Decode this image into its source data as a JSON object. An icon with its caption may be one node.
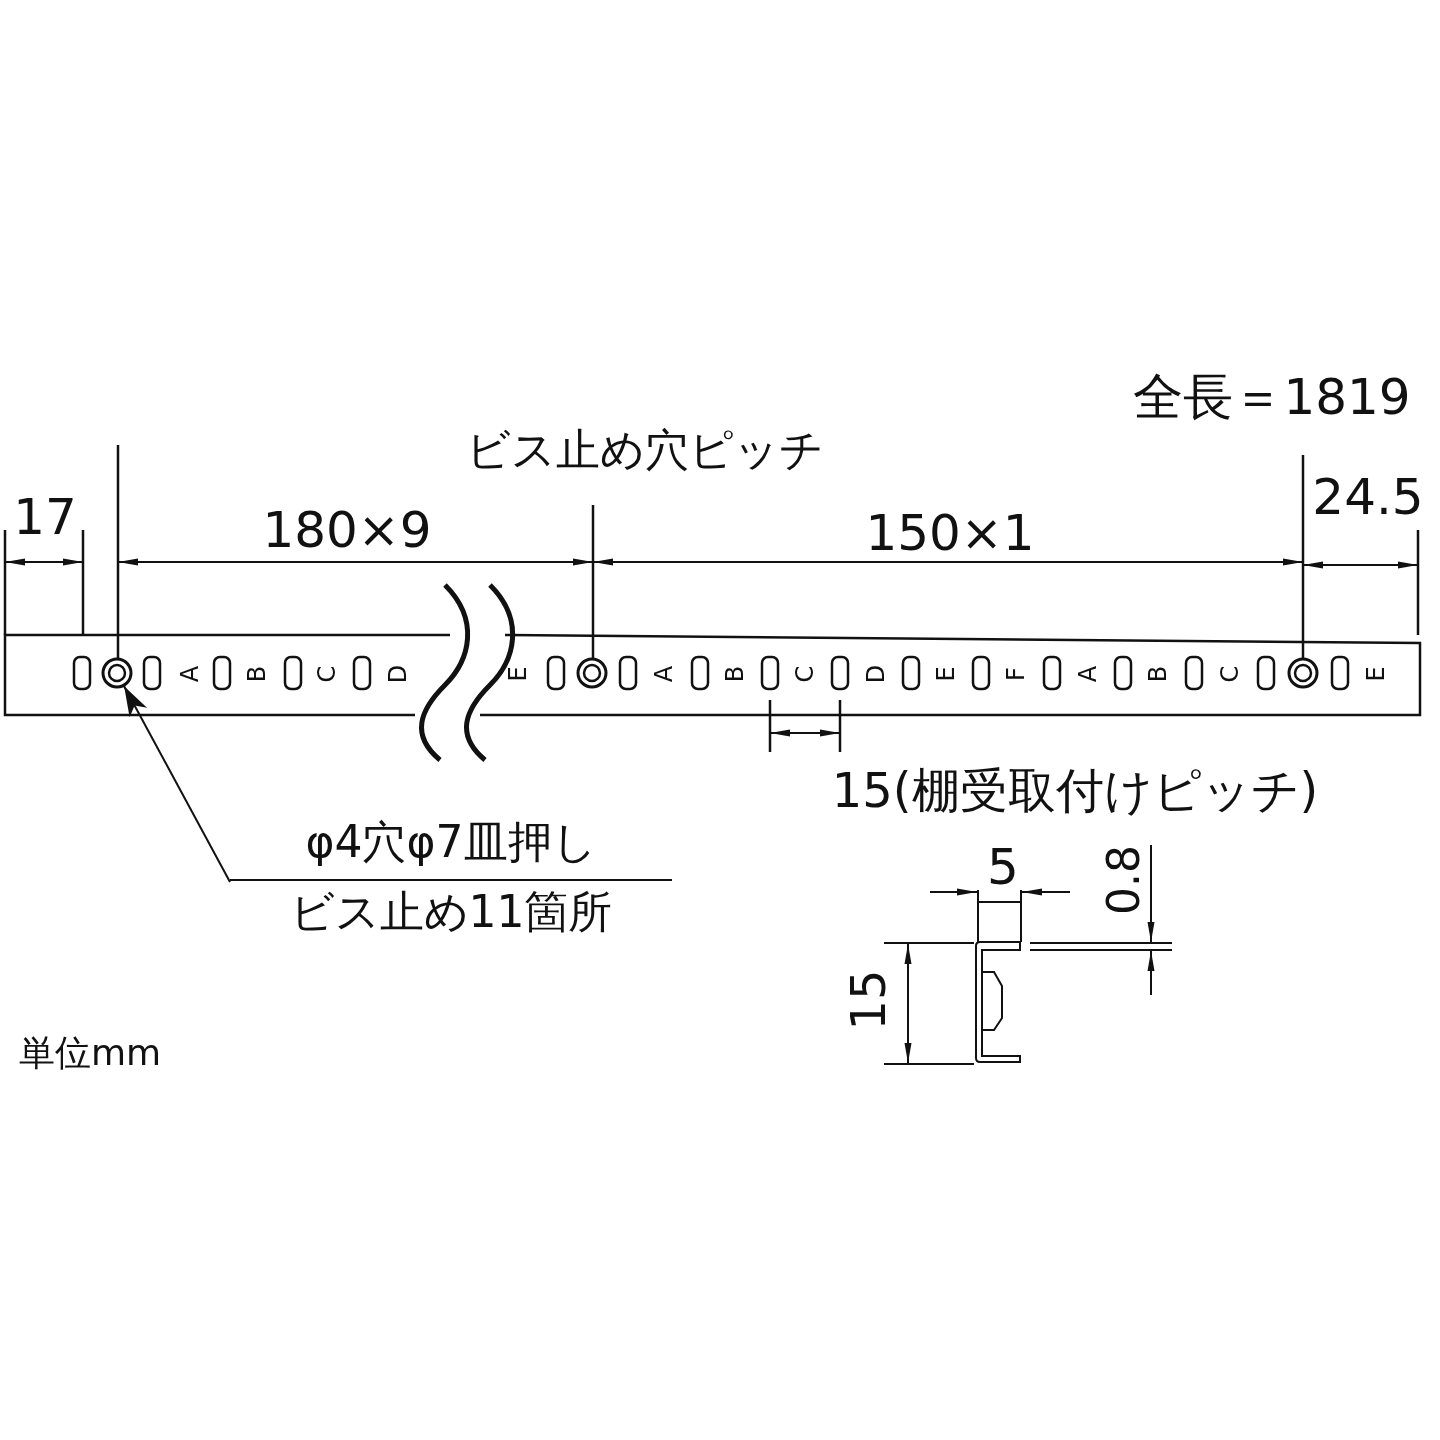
{
  "diagram": {
    "nodes": [
      {
        "text": [
          "φ4穴φ7皿押し",
          "ビス止め11箇所"
        ]
      },
      {
        "text": [],
        "shape": "circle"
      }
    ],
    "edges": [
      {
        "from": 0,
        "to": 1,
        "arrow": "to"
      }
    ],
    "labels": [
      "全長＝1819",
      "ビス止め穴ピッチ",
      "17",
      "180×9",
      "150×1",
      "24.5",
      "A",
      "B",
      "C",
      "D",
      "E",
      "A",
      "B",
      "C",
      "D",
      "E",
      "F",
      "A",
      "B",
      "C",
      "E",
      "15(棚受取付けピッチ)",
      "5",
      "0.8",
      "15",
      "単位mm"
    ]
  }
}
